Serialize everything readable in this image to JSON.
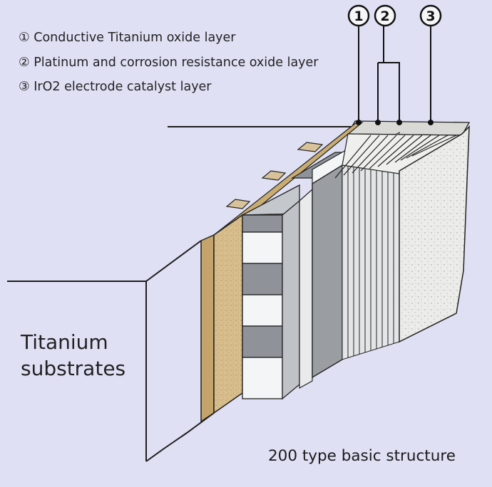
{
  "legend": [
    "① Conductive Titanium oxide layer",
    "② Platinum and corrosion resistance oxide layer",
    "③ IrO2 electrode catalyst layer"
  ],
  "markers": [
    "1",
    "2",
    "3"
  ],
  "substrate_label_line1": "Titanium",
  "substrate_label_line2": "substrates",
  "caption": "200 type basic structure",
  "colors": {
    "background": "#dfe0f4",
    "titanium_oxide": "#d8be8d",
    "platinum_dark": "#8e9298",
    "platinum_light": "#f4f5f7",
    "catalyst": "#ececea"
  }
}
